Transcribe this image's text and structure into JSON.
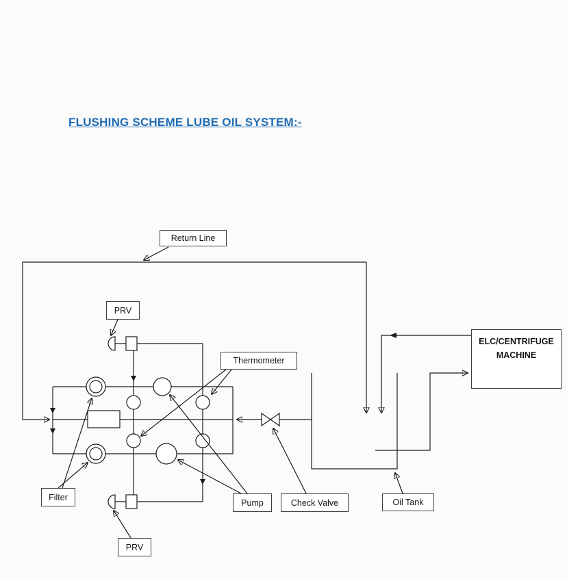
{
  "page": {
    "title": "FLUSHING SCHEME LUBE OIL SYSTEM:-",
    "title_color": "#1e6cb4",
    "background_color": "#fbfbfa",
    "line_color": "#1a1a1a"
  },
  "labels": {
    "return_line": "Return Line",
    "prv_top": "PRV",
    "thermometer": "Thermometer",
    "elc_line1": "ELC/CENTRIFUGE",
    "elc_line2": "MACHINE",
    "filter": "Filter",
    "pump": "Pump",
    "check_valve": "Check Valve",
    "oil_tank": "Oil Tank",
    "prv_bottom": "PRV"
  },
  "symbols": {
    "prv": "pressure-relief-valve-dome",
    "filter": "double-circle-filter",
    "pump": "circle-pump",
    "thermometer": "small-circle-thermometer",
    "check_valve": "bowtie-check-valve",
    "oil_tank": "open-top-tank",
    "elc": "elc-centrifuge-machine-box",
    "return_line": "return-line-pipe"
  }
}
